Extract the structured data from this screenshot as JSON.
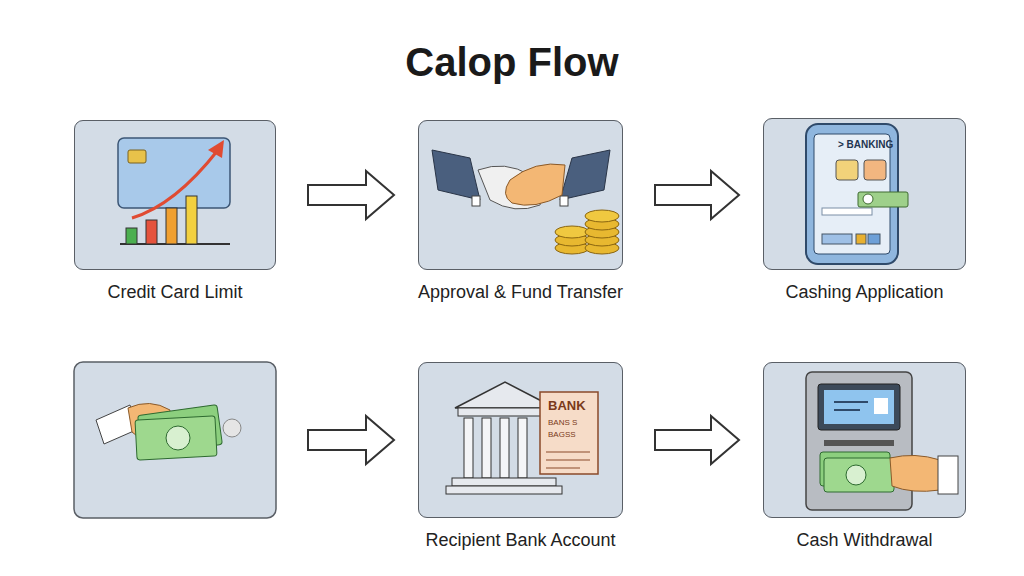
{
  "diagram": {
    "title": "Calop Flow",
    "nodes": [
      {
        "text": [
          "Credit Card Limit"
        ]
      },
      {
        "text": [
          "Approval & Fund Transfer"
        ]
      },
      {
        "text": [
          "Cashing Application"
        ]
      },
      {
        "text": [
          "Recipient Bank Account"
        ]
      },
      {
        "text": [
          "Cash Withdrawal"
        ]
      }
    ],
    "edges": [
      {
        "from": 0,
        "to": 1,
        "arrow": "to"
      },
      {
        "from": 1,
        "to": 2,
        "arrow": "to"
      },
      {
        "from": 3,
        "to": 4,
        "arrow": "to"
      }
    ],
    "labels": [
      "> BANKING",
      "BANK",
      "BANS S",
      "BAGSS"
    ]
  }
}
